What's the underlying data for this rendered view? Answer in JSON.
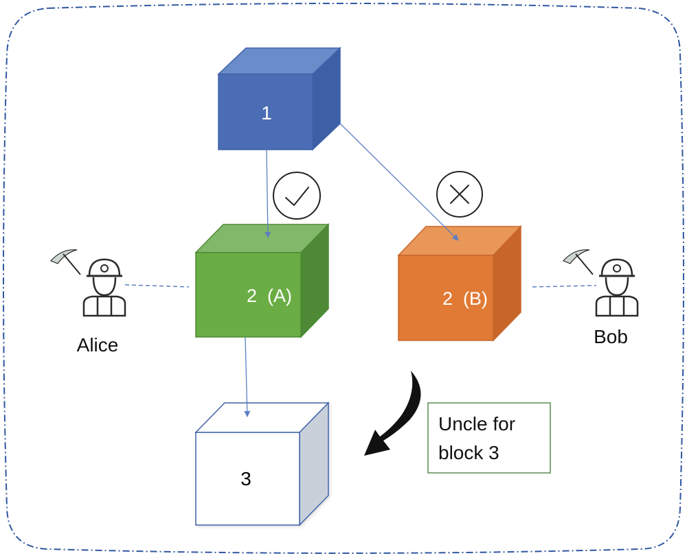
{
  "blocks": {
    "b1": {
      "label": "1"
    },
    "b2a": {
      "label": "2  (A)"
    },
    "b2b": {
      "label": "2  (B)"
    },
    "b3": {
      "label": "3"
    }
  },
  "miners": {
    "alice": {
      "name": "Alice"
    },
    "bob": {
      "name": "Bob"
    }
  },
  "note": {
    "line1": "Uncle for",
    "line2": "block 3"
  },
  "status_icons": {
    "accepted": "check-circle-icon",
    "rejected": "x-circle-icon"
  },
  "colors": {
    "block1": "#4a6db5",
    "block2a": "#6aad45",
    "block2b": "#e07a35",
    "block3_side": "#c9d0da",
    "boundary": "#2f56a0",
    "link": "#5b7fc2",
    "note_border": "#5a8a50"
  }
}
